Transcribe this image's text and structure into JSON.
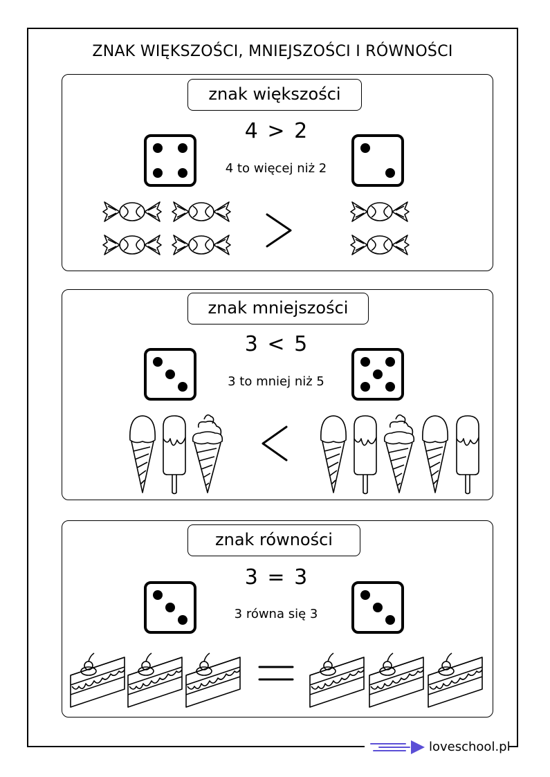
{
  "page": {
    "title": "ZNAK WIĘKSZOŚCI, MNIEJSZOŚCI I RÓWNOŚCI",
    "site": "loveschool.pl"
  },
  "sections": [
    {
      "label": "znak większości",
      "expression": "4 > 2",
      "sentence": "4 to więcej niż 2",
      "left_die": 4,
      "right_die": 2,
      "symbol": ">",
      "left_items": {
        "icon": "candy-icon",
        "count": 4
      },
      "right_items": {
        "icon": "candy-icon",
        "count": 2
      }
    },
    {
      "label": "znak mniejszości",
      "expression": "3 < 5",
      "sentence": "3 to mniej niż 5",
      "left_die": 3,
      "right_die": 5,
      "symbol": "<",
      "left_items": {
        "icon": "ice-cream-icon",
        "count": 3
      },
      "right_items": {
        "icon": "ice-cream-icon",
        "count": 5
      }
    },
    {
      "label": "znak równości",
      "expression": "3 = 3",
      "sentence": "3 równa się 3",
      "left_die": 3,
      "right_die": 3,
      "symbol": "=",
      "left_items": {
        "icon": "cake-slice-icon",
        "count": 3
      },
      "right_items": {
        "icon": "cake-slice-icon",
        "count": 3
      }
    }
  ],
  "colors": {
    "ink": "#000000",
    "logo_accent": "#5b4fd6"
  }
}
